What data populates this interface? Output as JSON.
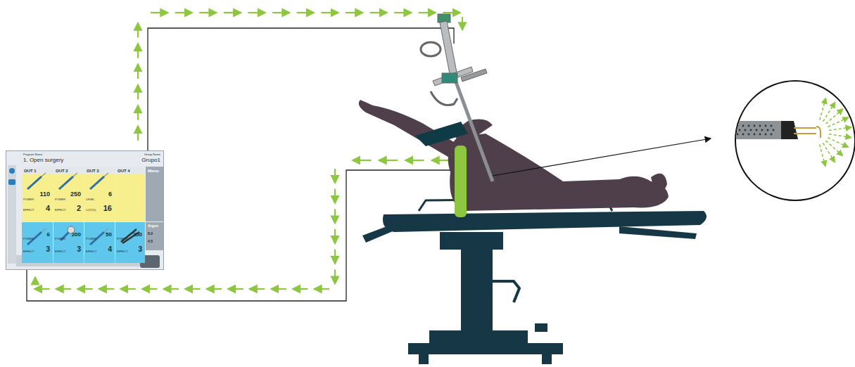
{
  "diagram": {
    "nodes": [
      {
        "text": [
          "Program Name",
          "1. Open surgery",
          "Group Name",
          "Grupo1"
        ]
      },
      {
        "text": [
          "OUT 1",
          "POWER",
          "110",
          "EFFECT",
          "4"
        ],
        "in": 0
      },
      {
        "text": [
          "OUT 2",
          "POWER",
          "250",
          "EFFECT",
          "2"
        ],
        "in": 0
      },
      {
        "text": [
          "OUT 3",
          "LEVEL",
          "6",
          "CUT(%)",
          "16"
        ],
        "in": 0
      },
      {
        "text": [
          "OUT 4"
        ],
        "in": 0
      },
      {
        "text": [
          "Menu"
        ],
        "in": 0
      },
      {
        "text": [
          "Argon",
          "8.0",
          "4.5"
        ],
        "in": 0
      },
      {
        "text": [
          "POWER",
          "6",
          "EFFECT",
          "3"
        ],
        "in": 0
      },
      {
        "text": [
          "POWER",
          "200",
          "EFFECT",
          "3"
        ],
        "in": 0
      },
      {
        "text": [
          "POWER",
          "50",
          "EFFECT",
          "4"
        ],
        "in": 0
      },
      {
        "text": [
          "POWER",
          "250",
          "EFFECT",
          "3"
        ],
        "in": 0
      }
    ]
  }
}
